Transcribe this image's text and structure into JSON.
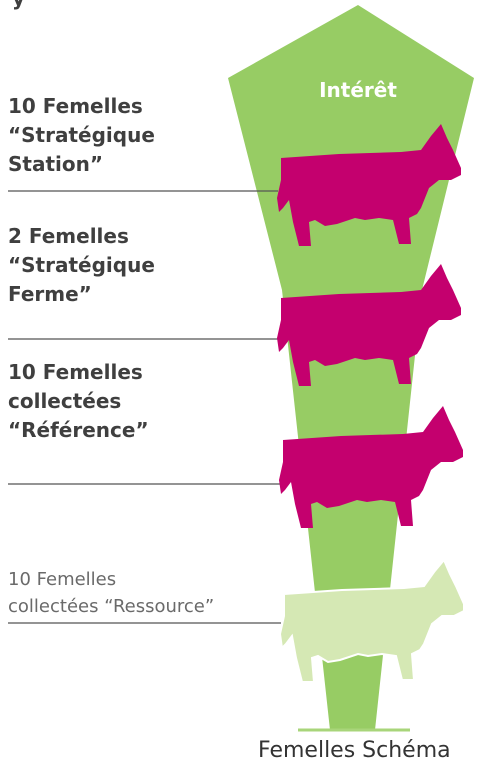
{
  "header_partial": "y",
  "funnel": {
    "title": "Intérêt"
  },
  "groups": [
    {
      "lines": [
        "10 Femelles",
        "“Stratégique",
        "Station”"
      ],
      "emphasis": "bold",
      "color": "#c4006e"
    },
    {
      "lines": [
        "2 Femelles",
        "“Stratégique",
        "Ferme”"
      ],
      "emphasis": "bold",
      "color": "#c4006e"
    },
    {
      "lines": [
        "10 Femelles",
        "collectées",
        "“Référence”"
      ],
      "emphasis": "bold",
      "color": "#c4006e"
    },
    {
      "lines": [
        "10 Femelles",
        "collectées “Ressource”"
      ],
      "emphasis": "normal",
      "color": "#d5e8b4"
    }
  ],
  "caption": "Femelles Schéma",
  "colors": {
    "funnel_green": "#97cc64",
    "base_line": "#a8d57a",
    "cow_magenta": "#c4006e",
    "cow_light": "#d5e8b4",
    "leader_line": "#555555",
    "text": "#3f3f3f"
  },
  "icons": [
    "cow-icon"
  ]
}
